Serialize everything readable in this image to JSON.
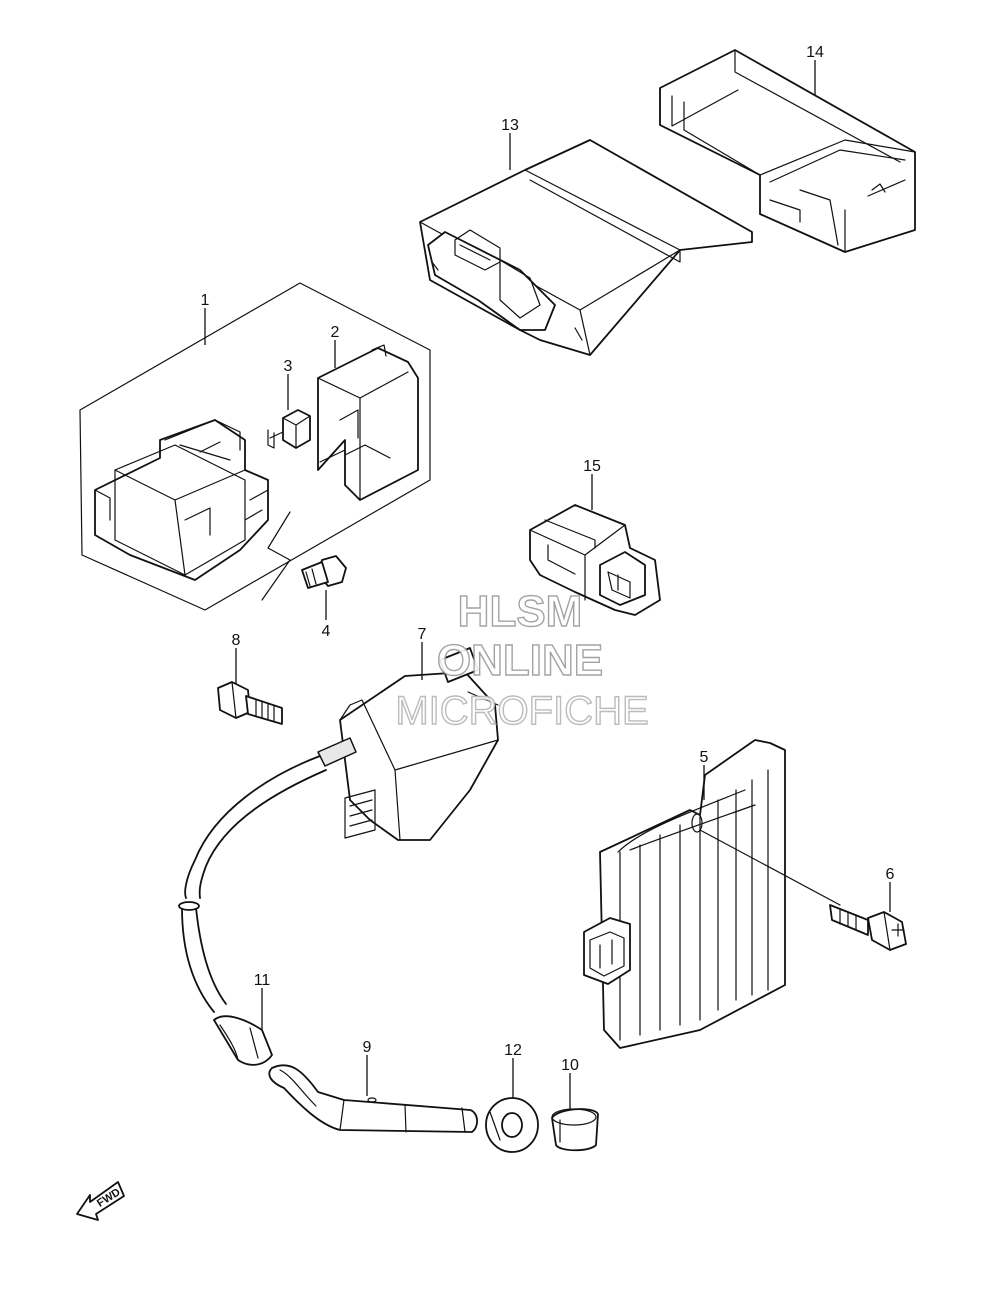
{
  "watermark": {
    "line1": "HLSM",
    "line2": "ONLINE",
    "line3": "MICROFICHE"
  },
  "direction_marker": "FWD",
  "callouts": {
    "p1": "1",
    "p2": "2",
    "p3": "3",
    "p4": "4",
    "p5": "5",
    "p6": "6",
    "p7": "7",
    "p8": "8",
    "p9": "9",
    "p10": "10",
    "p11": "11",
    "p12": "12",
    "p13": "13",
    "p14": "14",
    "p15": "15"
  },
  "parts": [
    {
      "ref": "1",
      "icon": "relay-assembly-icon"
    },
    {
      "ref": "2",
      "icon": "relay-cover-icon"
    },
    {
      "ref": "3",
      "icon": "fuse-icon"
    },
    {
      "ref": "4",
      "icon": "screw-icon"
    },
    {
      "ref": "5",
      "icon": "regulator-rectifier-icon"
    },
    {
      "ref": "6",
      "icon": "bolt-icon"
    },
    {
      "ref": "7",
      "icon": "ignition-coil-icon"
    },
    {
      "ref": "8",
      "icon": "bolt-icon"
    },
    {
      "ref": "9",
      "icon": "plug-cap-icon"
    },
    {
      "ref": "10",
      "icon": "collar-icon"
    },
    {
      "ref": "11",
      "icon": "grommet-icon"
    },
    {
      "ref": "12",
      "icon": "cushion-icon"
    },
    {
      "ref": "13",
      "icon": "ecm-icon"
    },
    {
      "ref": "14",
      "icon": "ecm-cover-icon"
    },
    {
      "ref": "15",
      "icon": "relay-icon"
    }
  ]
}
